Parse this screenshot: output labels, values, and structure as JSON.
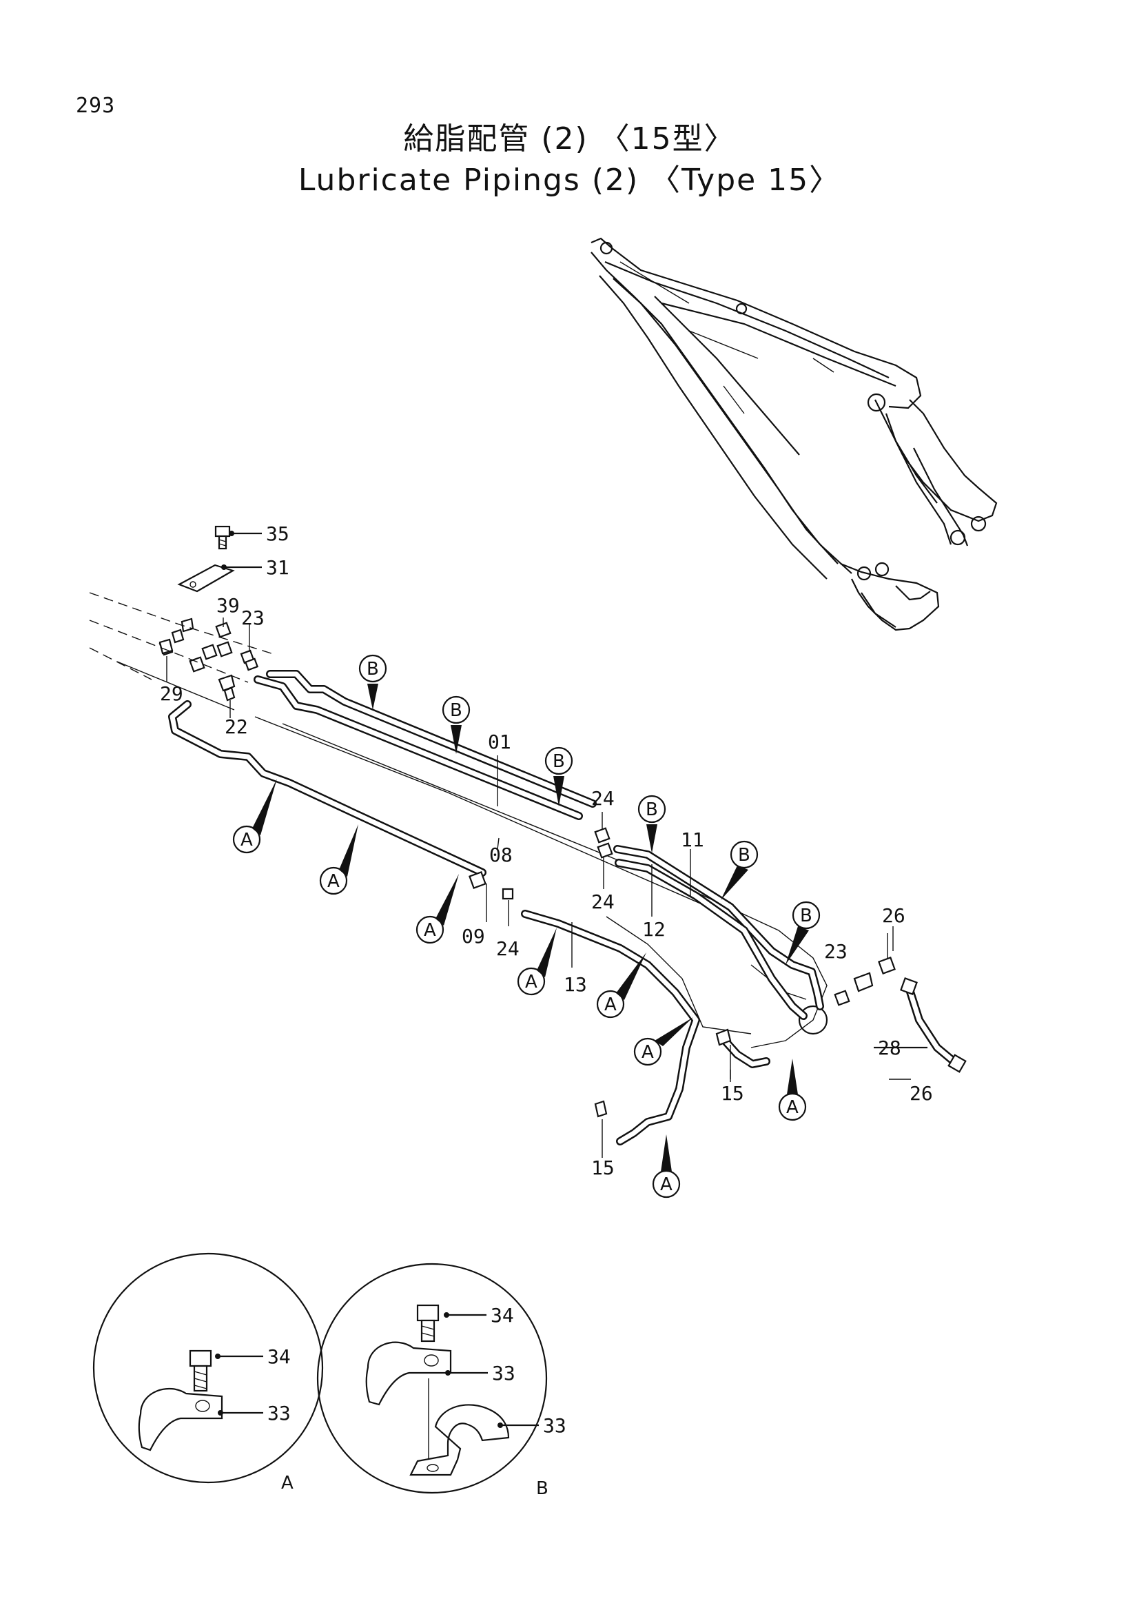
{
  "page_number": "293",
  "title_ja": "給脂配管 (2) 〈15型〉",
  "title_en": "Lubricate Pipings (2) 〈Type 15〉",
  "part_labels": {
    "p35": "35",
    "p31": "31",
    "p39": "39",
    "p23a": "23",
    "p29": "29",
    "p22": "22",
    "p01": "01",
    "p08": "08",
    "p24a": "24",
    "p24b": "24",
    "p11": "11",
    "p12": "12",
    "p09": "09",
    "p24c": "24",
    "p13": "13",
    "p26a": "26",
    "p23b": "23",
    "p28": "28",
    "p26b": "26",
    "p15a": "15",
    "p15b": "15",
    "p34a": "34",
    "p33a": "33",
    "p34b": "34",
    "p33b": "33",
    "p33c": "33"
  },
  "clamp_markers": {
    "marker_a": "A",
    "marker_b": "B"
  },
  "detail_views": {
    "detail_a_label": "A",
    "detail_b_label": "B"
  }
}
